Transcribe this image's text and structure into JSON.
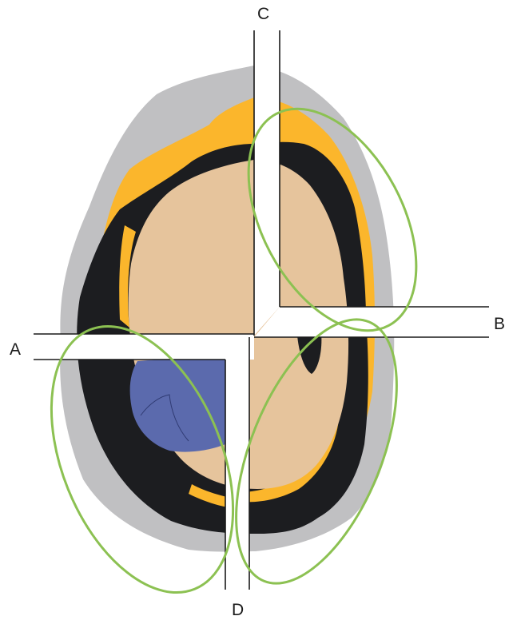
{
  "labels": {
    "top": "C",
    "right": "B",
    "left": "A",
    "bottom": "D"
  },
  "colors": {
    "background": "#ffffff",
    "outer_layer": "#c0c0c2",
    "dark_layer": "#1c1d20",
    "yellow_layer": "#fbb62c",
    "core": "#e6c49c",
    "blue_region": "#5b6aad",
    "ellipse_stroke": "#8cc152",
    "cut_stroke": "#1a1a1a"
  }
}
